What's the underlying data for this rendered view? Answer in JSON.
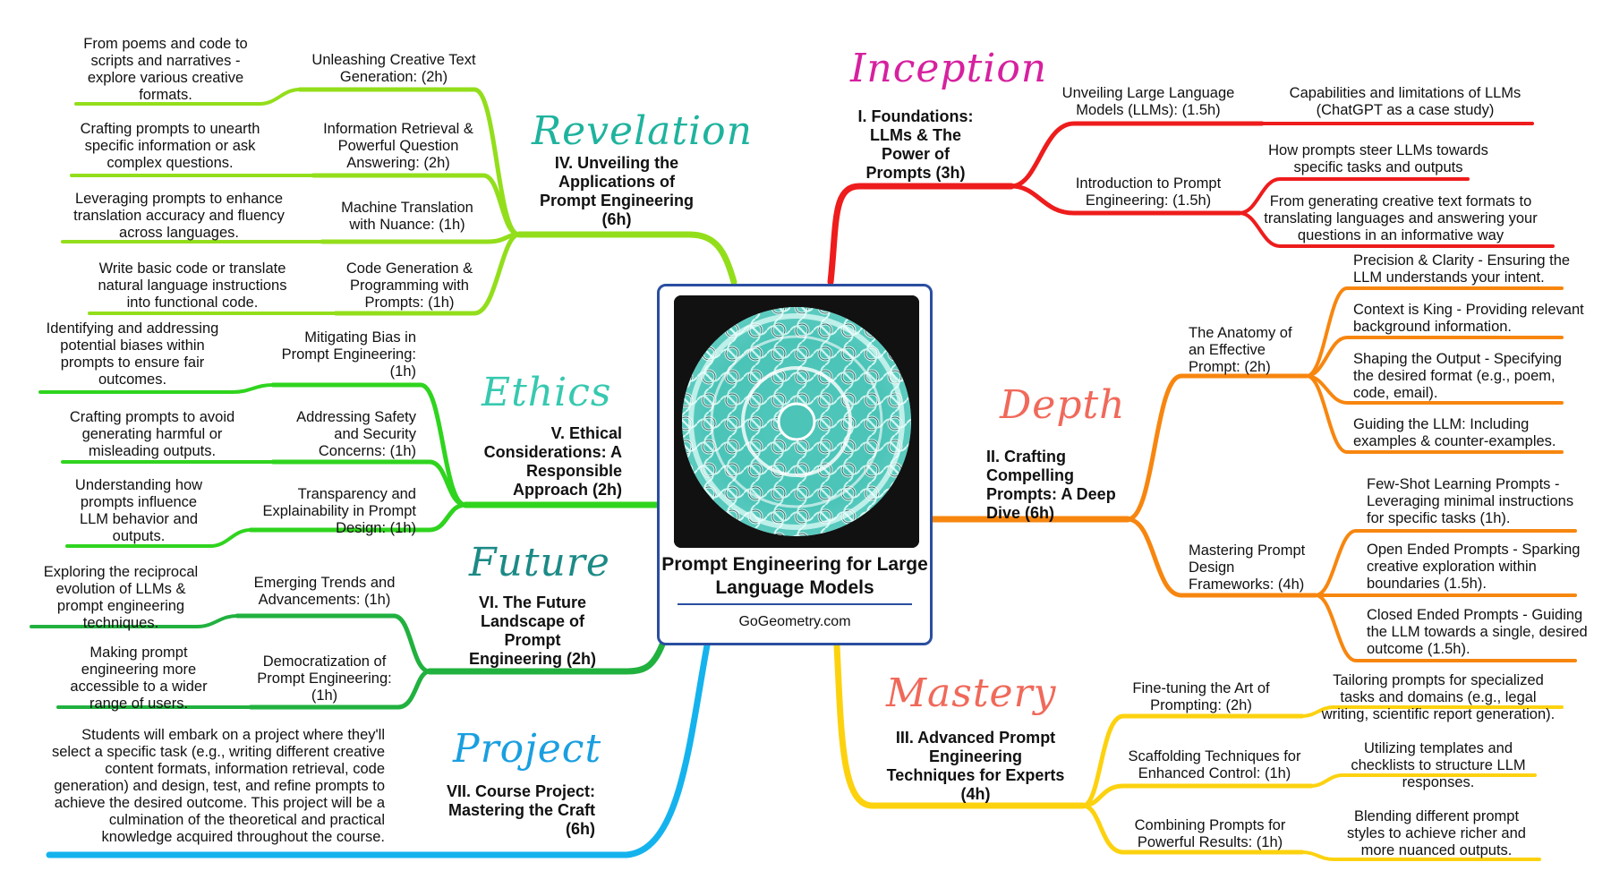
{
  "center": {
    "title": "Prompt Engineering for Large Language Models",
    "site": "GoGeometry.com"
  },
  "palette": {
    "inception": "#ee1c1c",
    "depth": "#f7860f",
    "mastery": "#fcd20f",
    "project": "#14b3ee",
    "future": "#21b13f",
    "ethics": "#2fd41e",
    "revelation": "#93de1b",
    "inception_word": "#d6219f",
    "depth_word": "#f0695a",
    "mastery_word": "#f0695a",
    "project_word": "#1a9fe0",
    "future_word": "#1c8a86",
    "ethics_word": "#37c9b0",
    "revelation_word": "#1fb39e"
  },
  "branches": {
    "inception": {
      "word": "Inception",
      "section": "I. Foundations: LLMs & The Power of Prompts (3h)",
      "topics": [
        {
          "label": "Unveiling Large Language Models (LLMs): (1.5h)",
          "details": [
            "Capabilities and limitations of LLMs (ChatGPT as a case study)"
          ]
        },
        {
          "label": "Introduction to Prompt Engineering: (1.5h)",
          "details": [
            "How prompts steer LLMs towards specific tasks and outputs",
            "From generating creative text formats to translating languages and answering your questions in an informative way"
          ]
        }
      ]
    },
    "depth": {
      "word": "Depth",
      "section": "II. Crafting Compelling Prompts: A Deep Dive (6h)",
      "topics": [
        {
          "label": "The Anatomy of an Effective Prompt: (2h)",
          "details": [
            "Precision & Clarity - Ensuring the LLM understands your intent.",
            "Context is King - Providing relevant background information.",
            "Shaping the Output - Specifying the desired format (e.g., poem, code, email).",
            "Guiding the LLM: Including examples & counter-examples."
          ]
        },
        {
          "label": "Mastering Prompt Design Frameworks: (4h)",
          "details": [
            "Few-Shot Learning Prompts - Leveraging minimal instructions for specific tasks (1h).",
            "Open Ended Prompts - Sparking creative exploration within boundaries (1.5h).",
            "Closed Ended Prompts - Guiding the LLM towards a single, desired outcome (1.5h)."
          ]
        }
      ]
    },
    "mastery": {
      "word": "Mastery",
      "section": "III. Advanced Prompt Engineering Techniques for Experts (4h)",
      "topics": [
        {
          "label": "Fine-tuning the Art of Prompting: (2h)",
          "details": [
            "Tailoring prompts for specialized tasks and domains (e.g., legal writing, scientific report generation)."
          ]
        },
        {
          "label": "Scaffolding Techniques for Enhanced Control: (1h)",
          "details": [
            "Utilizing templates and checklists to structure LLM responses."
          ]
        },
        {
          "label": "Combining Prompts for Powerful Results: (1h)",
          "details": [
            "Blending different prompt styles to achieve richer and more nuanced outputs."
          ]
        }
      ]
    },
    "revelation": {
      "word": "Revelation",
      "section": "IV. Unveiling the Applications of Prompt Engineering (6h)",
      "topics": [
        {
          "label": "Unleashing Creative Text Generation: (2h)",
          "details": [
            "From poems and code to scripts and narratives - explore various creative formats."
          ]
        },
        {
          "label": "Information Retrieval & Powerful Question Answering: (2h)",
          "details": [
            "Crafting prompts to unearth specific information or ask complex questions."
          ]
        },
        {
          "label": "Machine Translation with Nuance: (1h)",
          "details": [
            "Leveraging prompts to enhance translation accuracy and fluency across languages."
          ]
        },
        {
          "label": "Code Generation & Programming with Prompts: (1h)",
          "details": [
            "Write basic code or translate natural language instructions into functional code."
          ]
        }
      ]
    },
    "ethics": {
      "word": "Ethics",
      "section": "V. Ethical Considerations: A Responsible Approach (2h)",
      "topics": [
        {
          "label": "Mitigating Bias in Prompt Engineering: (1h)",
          "details": [
            "Identifying and addressing potential biases within prompts to ensure fair outcomes."
          ]
        },
        {
          "label": "Addressing Safety and Security Concerns: (1h)",
          "details": [
            "Crafting prompts to avoid generating harmful or misleading outputs."
          ]
        },
        {
          "label": "Transparency and Explainability in Prompt Design: (1h)",
          "details": [
            "Understanding how prompts influence LLM behavior and outputs."
          ]
        }
      ]
    },
    "future": {
      "word": "Future",
      "section": "VI. The Future Landscape of Prompt Engineering (2h)",
      "topics": [
        {
          "label": "Emerging Trends and Advancements: (1h)",
          "details": [
            "Exploring the reciprocal evolution of LLMs & prompt engineering techniques."
          ]
        },
        {
          "label": "Democratization of Prompt Engineering: (1h)",
          "details": [
            "Making prompt engineering more accessible to a wider range of users."
          ]
        }
      ]
    },
    "project": {
      "word": "Project",
      "section": "VII. Course Project: Mastering the Craft (6h)",
      "topics": [
        {
          "label": "",
          "details": [
            "Students will embark on a project where they'll select a specific task (e.g., writing different creative content formats, information retrieval, code generation) and design, test, and refine prompts to achieve the desired outcome. This project will be a culmination of the theoretical and practical knowledge acquired throughout the course."
          ]
        }
      ]
    }
  }
}
